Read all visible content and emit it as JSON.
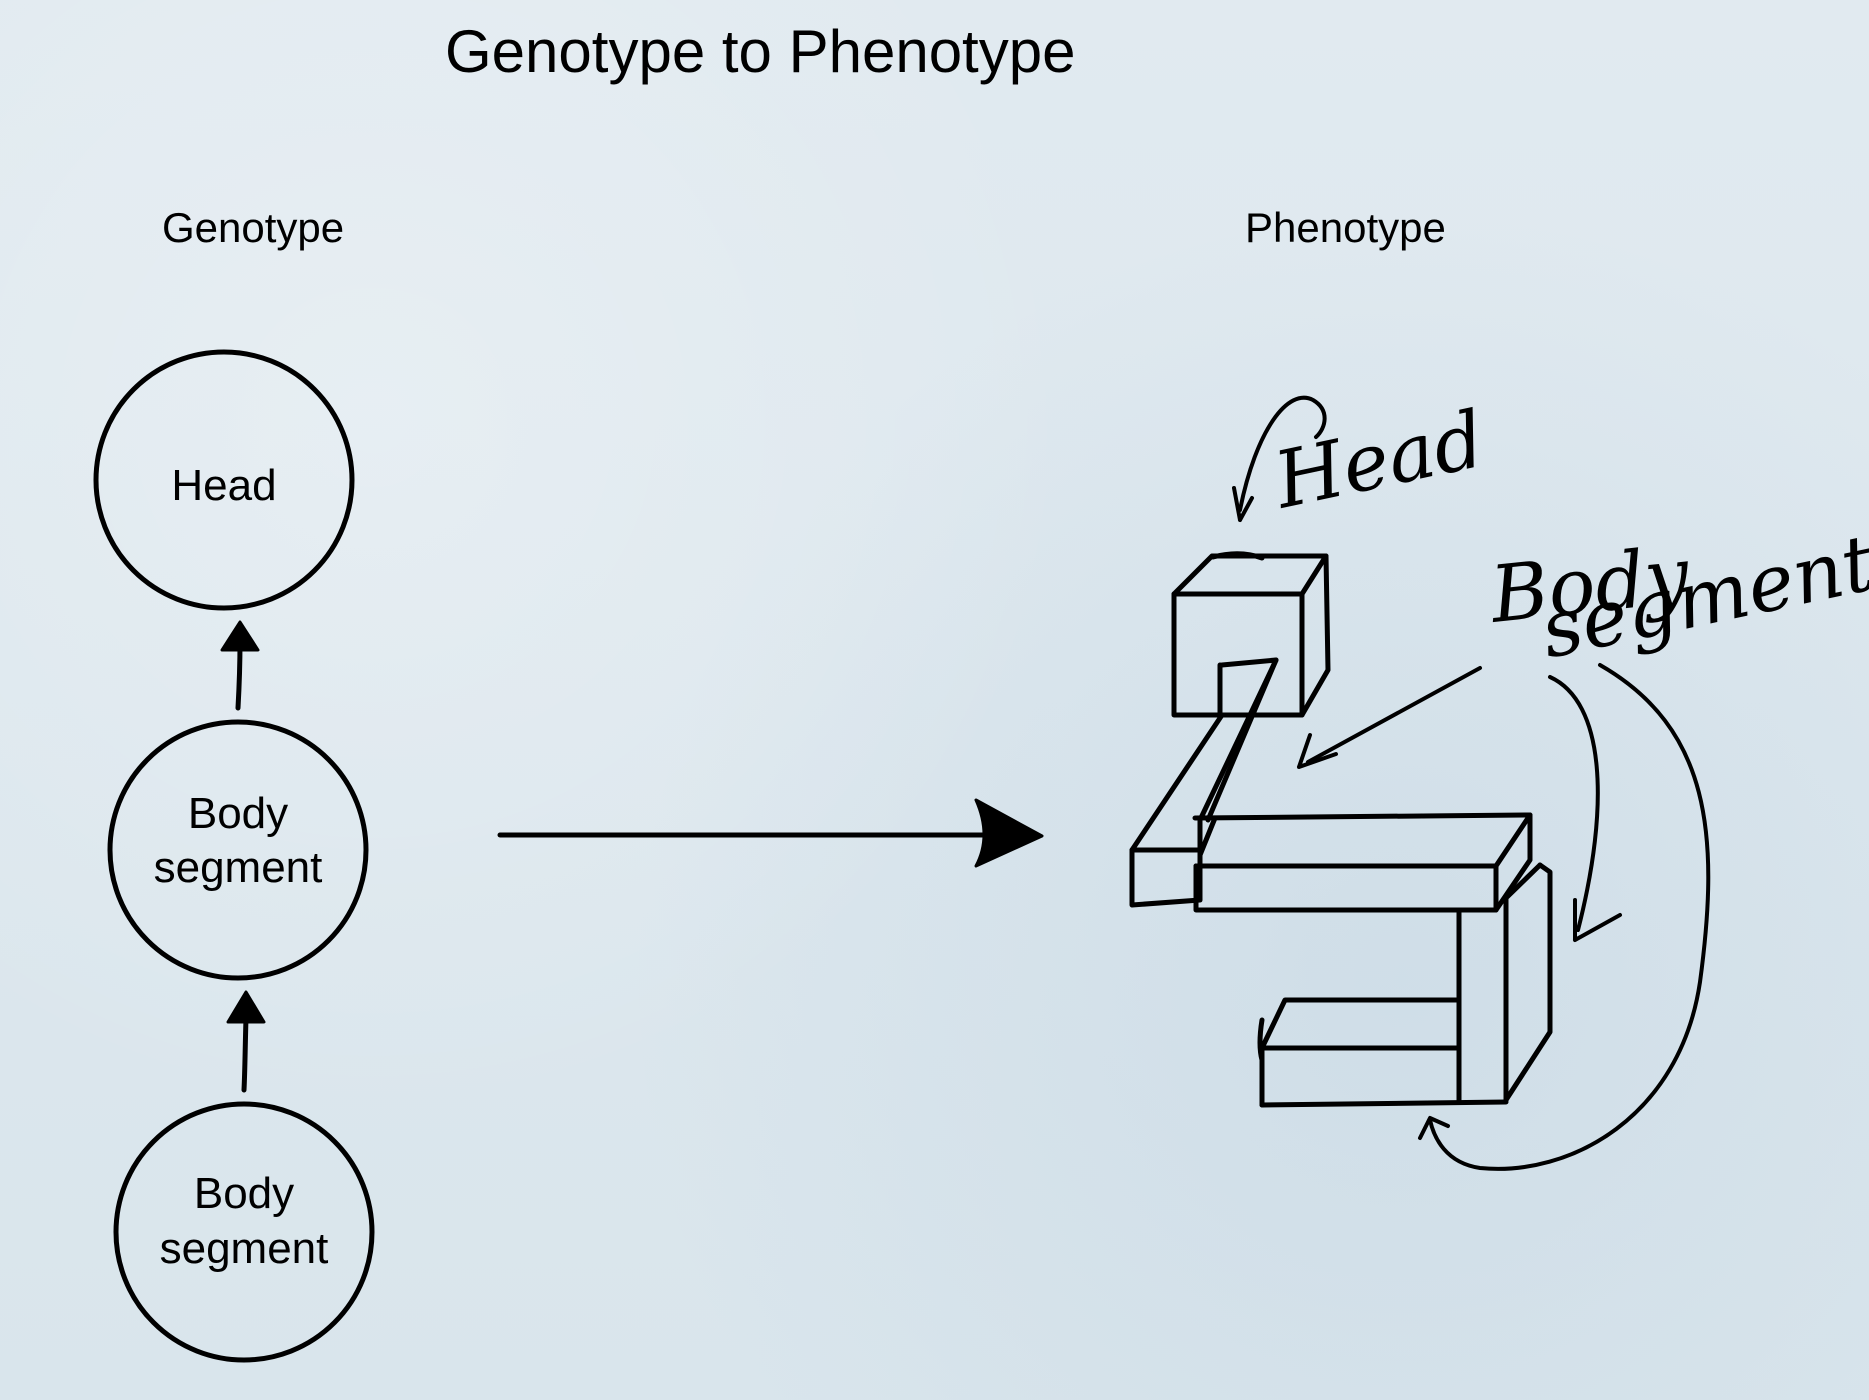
{
  "title": "Genotype to Phenotype",
  "genotype_label": "Genotype",
  "phenotype_label": "Phenotype",
  "genotype_nodes": [
    {
      "line1": "Head",
      "line2": ""
    },
    {
      "line1": "Body",
      "line2": "segment"
    },
    {
      "line1": "Body",
      "line2": "segment"
    }
  ],
  "phenotype_annotations": {
    "head": "Head",
    "body_line1": "Body",
    "body_line2": "segment"
  },
  "colors": {
    "background": "#dfe9ef",
    "ink": "#000000"
  }
}
